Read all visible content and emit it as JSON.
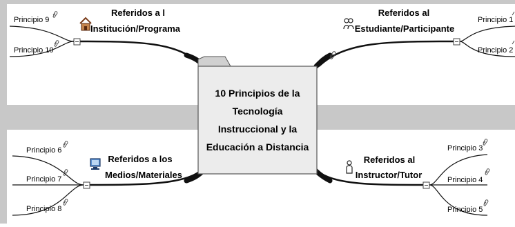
{
  "central": {
    "line1": "10 Principios de la",
    "line2": "Tecnología",
    "line3": "Instruccional y la",
    "line4": "Educación a Distancia"
  },
  "branches": {
    "institucion": {
      "line1": "Referidos a l",
      "line2": "Institución/Programa",
      "icon": "house-icon",
      "topics": [
        "Principio 9",
        "Principio 10"
      ]
    },
    "estudiante": {
      "line1": "Referidos al",
      "line2": "Estudiante/Participante",
      "icon": "people-icon",
      "topics": [
        "Principio 1",
        "Principio 2"
      ]
    },
    "medios": {
      "line1": "Referidos a los",
      "line2": "Medios/Materiales",
      "icon": "computer-icon",
      "topics": [
        "Principio 6",
        "Principio 7",
        "Principio 8"
      ]
    },
    "instructor": {
      "line1": "Referidos al",
      "line2": "Instructor/Tutor",
      "icon": "person-icon",
      "topics": [
        "Principio 3",
        "Principio 4",
        "Principio 5"
      ]
    }
  },
  "colors": {
    "frame": "#c8c8c8",
    "central_fill": "#ececec",
    "line": "#111111",
    "tab": "#d0d0d0"
  }
}
